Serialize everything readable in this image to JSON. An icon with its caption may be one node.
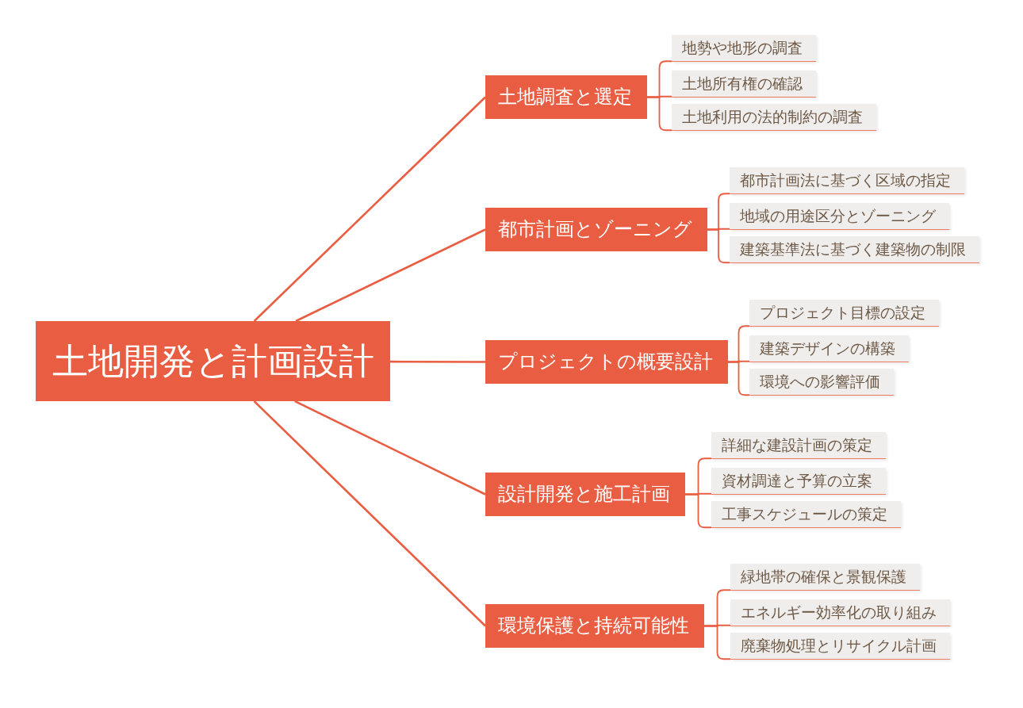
{
  "diagram": {
    "nodes": [
      {
        "text": [
          "土地開発と計画設計"
        ]
      },
      {
        "text": [
          "土地調査と選定"
        ]
      },
      {
        "text": [
          "地勢や地形の調査"
        ]
      },
      {
        "text": [
          "土地所有権の確認"
        ]
      },
      {
        "text": [
          "土地利用の法的制約の調査"
        ]
      },
      {
        "text": [
          "都市計画とゾーニング"
        ]
      },
      {
        "text": [
          "都市計画法に基づく区域の指定"
        ]
      },
      {
        "text": [
          "地域の用途区分とゾーニング"
        ]
      },
      {
        "text": [
          "建築基準法に基づく建築物の制限"
        ]
      },
      {
        "text": [
          "プロジェクトの概要設計"
        ]
      },
      {
        "text": [
          "プロジェクト目標の設定"
        ]
      },
      {
        "text": [
          "建築デザインの構築"
        ]
      },
      {
        "text": [
          "環境への影響評価"
        ]
      },
      {
        "text": [
          "設計開発と施工計画"
        ]
      },
      {
        "text": [
          "詳細な建設計画の策定"
        ]
      },
      {
        "text": [
          "資材調達と予算の立案"
        ]
      },
      {
        "text": [
          "工事スケジュールの策定"
        ]
      },
      {
        "text": [
          "環境保護と持続可能性"
        ]
      },
      {
        "text": [
          "緑地帯の確保と景観保護"
        ]
      },
      {
        "text": [
          "エネルギー効率化の取り組み"
        ]
      },
      {
        "text": [
          "廃棄物処理とリサイクル計画"
        ]
      }
    ],
    "edges": [
      {
        "from": 0,
        "to": 1,
        "arrow": "none"
      },
      {
        "from": 0,
        "to": 5,
        "arrow": "none"
      },
      {
        "from": 0,
        "to": 9,
        "arrow": "none"
      },
      {
        "from": 0,
        "to": 13,
        "arrow": "none"
      },
      {
        "from": 0,
        "to": 17,
        "arrow": "none"
      },
      {
        "from": 1,
        "to": 2,
        "arrow": "none"
      },
      {
        "from": 1,
        "to": 3,
        "arrow": "none"
      },
      {
        "from": 1,
        "to": 4,
        "arrow": "none"
      },
      {
        "from": 5,
        "to": 6,
        "arrow": "none"
      },
      {
        "from": 5,
        "to": 7,
        "arrow": "none"
      },
      {
        "from": 5,
        "to": 8,
        "arrow": "none"
      },
      {
        "from": 9,
        "to": 10,
        "arrow": "none"
      },
      {
        "from": 9,
        "to": 11,
        "arrow": "none"
      },
      {
        "from": 9,
        "to": 12,
        "arrow": "none"
      },
      {
        "from": 13,
        "to": 14,
        "arrow": "none"
      },
      {
        "from": 13,
        "to": 15,
        "arrow": "none"
      },
      {
        "from": 13,
        "to": 16,
        "arrow": "none"
      },
      {
        "from": 17,
        "to": 18,
        "arrow": "none"
      },
      {
        "from": 17,
        "to": 19,
        "arrow": "none"
      },
      {
        "from": 17,
        "to": 20,
        "arrow": "none"
      }
    ]
  }
}
